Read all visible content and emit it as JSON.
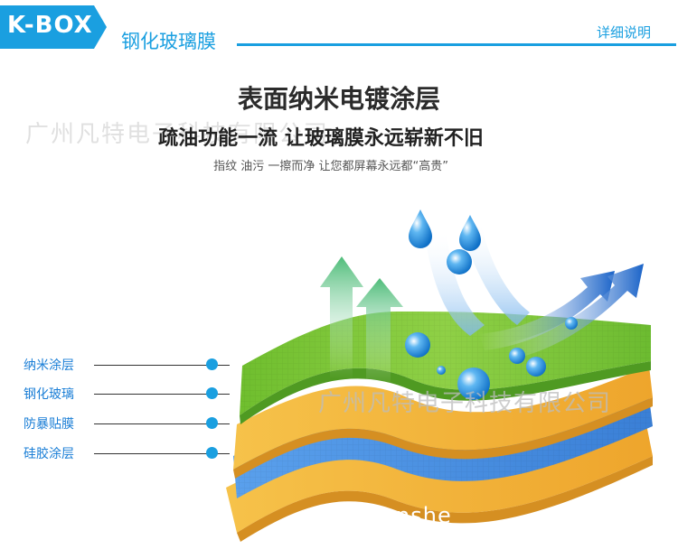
{
  "header": {
    "brand": "K-BOX",
    "product_title": "钢化玻璃膜",
    "detail_link": "详细说明"
  },
  "main": {
    "title": "表面纳米电镀涂层",
    "subtitle": "疏油功能一流  让玻璃膜永远崭新不旧",
    "caption": "指纹 油污 一擦而净 让您都屏幕永远都“高贵”"
  },
  "layers": [
    {
      "label": "纳米涂层"
    },
    {
      "label": "钢化玻璃"
    },
    {
      "label": "防暴贴膜"
    },
    {
      "label": "硅胶涂层"
    }
  ],
  "watermarks": {
    "top": "广州凡特电子科技有限公司",
    "middle": "广州凡特电子科技有限公司",
    "bottom": "hichenshe"
  },
  "colors": {
    "accent": "#1a9fe0",
    "green_layer": "#7cc63a",
    "yellow_layer": "#f2b53a",
    "blue_layer": "#4a8fe0"
  }
}
